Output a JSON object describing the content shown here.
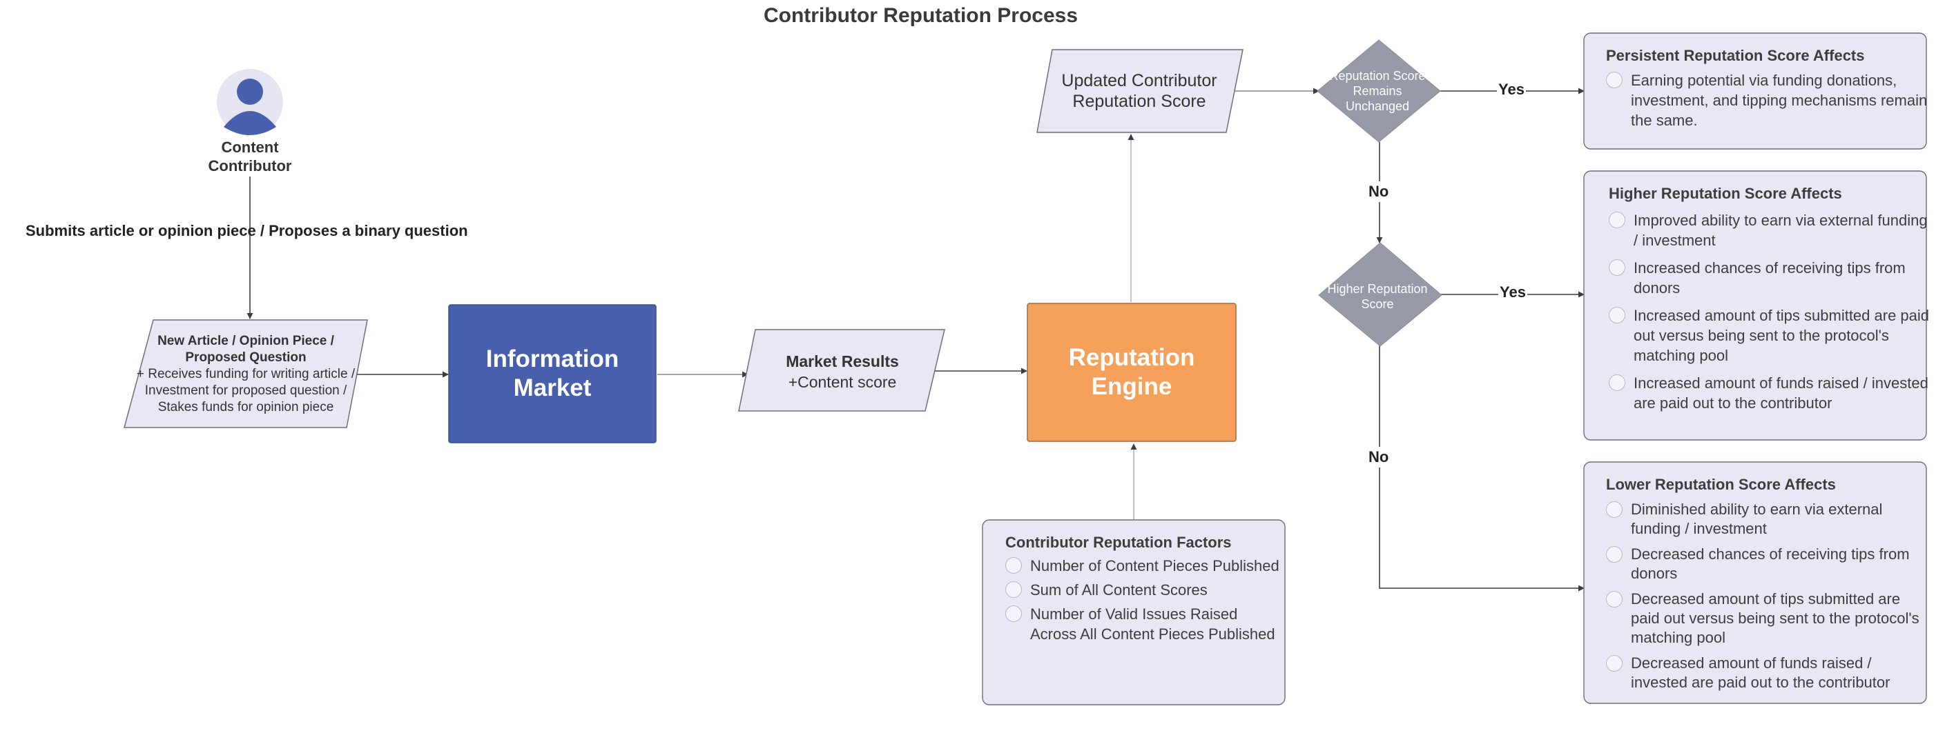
{
  "title": "Contributor Reputation Process",
  "actor": {
    "label": "Content Contributor",
    "icon": "user-icon"
  },
  "edge_labels": {
    "submit": "Submits article or opinion piece / Proposes a binary question",
    "yes_1": "Yes",
    "no_1": "No",
    "yes_2": "Yes",
    "no_2": "No"
  },
  "new_article": {
    "title": "New Article / Opinion Piece / Proposed Question",
    "body": "+ Receives funding for writing article / Investment for proposed question / Stakes funds for opinion piece"
  },
  "information_market": {
    "label": "Information Market"
  },
  "market_results": {
    "title": "Market Results",
    "sub": "+Content score"
  },
  "reputation_engine": {
    "label": "Reputation Engine"
  },
  "updated_score": {
    "label": "Updated Contributor Reputation Score"
  },
  "decision_unchanged": {
    "label": "Reputation Score Remains Unchanged"
  },
  "decision_higher": {
    "label": "Higher Reputation Score"
  },
  "factors": {
    "title": "Contributor Reputation Factors",
    "items": [
      "Number of Content Pieces Published",
      "Sum of All Content Scores",
      "Number of Valid Issues Raised Across All Content Pieces Published"
    ]
  },
  "persistent": {
    "title": "Persistent Reputation Score Affects",
    "items": [
      "Earning potential via funding donations, investment, and tipping mechanisms remain the same."
    ]
  },
  "higher": {
    "title": "Higher Reputation Score Affects",
    "items": [
      "Improved ability to earn via external funding / investment",
      "Increased chances of receiving tips from donors",
      "Increased amount of tips submitted are paid out versus being sent to the protocol's matching pool",
      "Increased amount of funds raised / invested are paid out to the contributor"
    ]
  },
  "lower": {
    "title": "Lower Reputation Score Affects",
    "items": [
      "Diminished ability to earn via external funding / investment",
      "Decreased chances of receiving tips from donors",
      "Decreased amount of tips submitted are paid out versus being sent to the protocol's matching pool",
      "Decreased amount of funds raised / invested are paid out to the contributor"
    ]
  },
  "colors": {
    "shape_fill": "#e8e8f4",
    "shape_stroke": "#6d6d7d",
    "information_market": "#475fac",
    "reputation_engine": "#f5a05b",
    "decision": "#969aa6",
    "connector": "#3c3c46"
  }
}
